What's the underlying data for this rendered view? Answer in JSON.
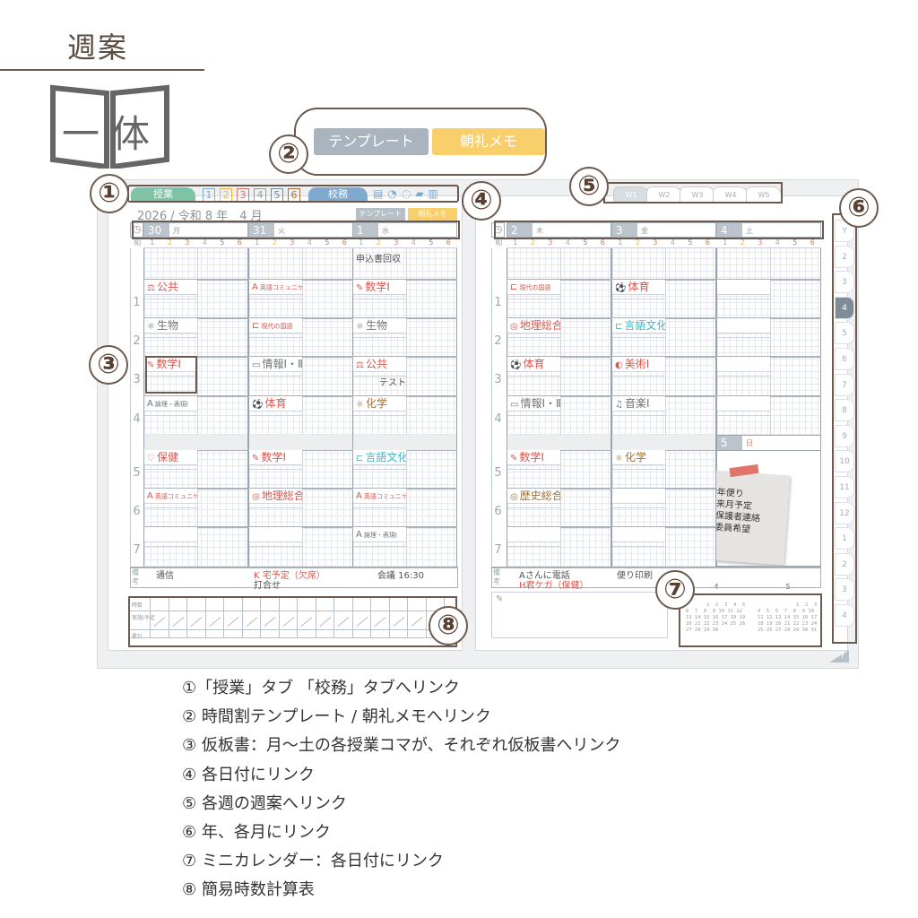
{
  "header": {
    "title": "週案",
    "icon_text": "一体"
  },
  "callout": {
    "num": "②",
    "template_label": "テンプレート",
    "memo_label": "朝礼メモ"
  },
  "markers": [
    "①",
    "②",
    "③",
    "④",
    "⑤",
    "⑥",
    "⑦",
    "⑧"
  ],
  "planner": {
    "tabs": {
      "class_label": "授業",
      "class_numbers": [
        "1",
        "2",
        "3",
        "4",
        "5",
        "6"
      ],
      "school_label": "校務"
    },
    "year_month": "2026 / 令和 8 年　4 月",
    "mini_template": "テンプレート",
    "mini_memo": "朝礼メモ",
    "period_header": "組",
    "period_cols": [
      "1",
      "2",
      "3",
      "4",
      "5",
      "6"
    ],
    "period_labels": [
      "1",
      "2",
      "3",
      "4",
      "5",
      "6",
      "7"
    ],
    "remarks_label": "備考",
    "weeks": [
      "W1",
      "W2",
      "W3",
      "W4",
      "W5"
    ],
    "side_tabs": [
      "Y",
      "2",
      "3",
      "4",
      "5",
      "6",
      "7",
      "8",
      "9",
      "10",
      "11",
      "12",
      "1",
      "2",
      "3",
      "4"
    ],
    "active_side_tab": "4",
    "colors": {
      "red": "#d9564f",
      "gray": "#6f7377",
      "brown": "#a0703a",
      "teal": "#45b2c0",
      "accent_green": "#7fc3a6",
      "accent_blue": "#7fa9cf"
    },
    "days": [
      {
        "date": "30",
        "weekday": "月",
        "pre": "",
        "subjects": [
          {
            "name": "公共",
            "icon": "⚖",
            "color": "red"
          },
          {
            "name": "生物",
            "icon": "☼",
            "color": "gray"
          },
          {
            "name": "数学Ⅰ",
            "icon": "✎",
            "color": "red"
          },
          {
            "name": "論理・表現Ⅰ",
            "icon": "A",
            "color": "gray",
            "small": true
          },
          {
            "name": "保健",
            "icon": "♡",
            "color": "red"
          },
          {
            "name": "英語コミュニケーションⅠ",
            "icon": "A",
            "color": "red",
            "small": true
          },
          {
            "name": "",
            "icon": "",
            "color": "gray"
          }
        ],
        "notes": [
          "",
          "",
          "",
          "",
          "",
          "",
          ""
        ],
        "remarks": [
          "通信"
        ],
        "remarks_color": [
          "gray"
        ]
      },
      {
        "date": "31",
        "weekday": "火",
        "pre": "",
        "subjects": [
          {
            "name": "英語コミュニケーションⅠ",
            "icon": "A",
            "color": "red",
            "small": true
          },
          {
            "name": "現代の国語",
            "icon": "⊏",
            "color": "red",
            "small": true
          },
          {
            "name": "情報Ⅰ・Ⅱ",
            "icon": "▭",
            "color": "gray"
          },
          {
            "name": "体育",
            "icon": "⚽",
            "color": "red"
          },
          {
            "name": "数学Ⅰ",
            "icon": "✎",
            "color": "red"
          },
          {
            "name": "地理総合",
            "icon": "◎",
            "color": "red"
          },
          {
            "name": "",
            "icon": "",
            "color": "gray"
          }
        ],
        "notes": [
          "",
          "",
          "",
          "",
          "",
          "",
          ""
        ],
        "remarks": [
          "K 宅予定（欠席）",
          "打合せ"
        ],
        "remarks_color": [
          "red",
          "gray"
        ]
      },
      {
        "date": "1",
        "weekday": "水",
        "pre": "申込書回収",
        "subjects": [
          {
            "name": "数学Ⅰ",
            "icon": "✎",
            "color": "red"
          },
          {
            "name": "生物",
            "icon": "☼",
            "color": "gray"
          },
          {
            "name": "公共",
            "icon": "⚖",
            "color": "red"
          },
          {
            "name": "化学",
            "icon": "☼",
            "color": "brown"
          },
          {
            "name": "言語文化",
            "icon": "⊏",
            "color": "teal"
          },
          {
            "name": "英語コミュニケーションⅠ",
            "icon": "A",
            "color": "red",
            "small": true
          },
          {
            "name": "論理・表現Ⅰ",
            "icon": "A",
            "color": "gray",
            "small": true
          }
        ],
        "notes": [
          "",
          "",
          "テスト",
          "",
          "",
          "",
          ""
        ],
        "remarks": [
          "会議 16:30"
        ],
        "remarks_color": [
          "gray"
        ]
      },
      {
        "date": "2",
        "weekday": "木",
        "pre": "",
        "subjects": [
          {
            "name": "現代の国語",
            "icon": "⊏",
            "color": "red",
            "small": true
          },
          {
            "name": "地理総合",
            "icon": "◎",
            "color": "red"
          },
          {
            "name": "体育",
            "icon": "⚽",
            "color": "red"
          },
          {
            "name": "情報Ⅰ・Ⅱ",
            "icon": "▭",
            "color": "gray"
          },
          {
            "name": "数学Ⅰ",
            "icon": "✎",
            "color": "red"
          },
          {
            "name": "歴史総合",
            "icon": "◎",
            "color": "brown"
          },
          {
            "name": "",
            "icon": "",
            "color": "gray"
          }
        ],
        "notes": [
          "",
          "",
          "",
          "",
          "",
          "",
          ""
        ],
        "remarks": [
          "Aさんに電話",
          "H君ケガ（保健）"
        ],
        "remarks_color": [
          "gray",
          "red"
        ]
      },
      {
        "date": "3",
        "weekday": "金",
        "pre": "",
        "subjects": [
          {
            "name": "体育",
            "icon": "⚽",
            "color": "red"
          },
          {
            "name": "言語文化",
            "icon": "⊏",
            "color": "teal"
          },
          {
            "name": "美術Ⅰ",
            "icon": "◐",
            "color": "red"
          },
          {
            "name": "音楽Ⅰ",
            "icon": "♫",
            "color": "gray"
          },
          {
            "name": "化学",
            "icon": "☼",
            "color": "brown"
          },
          {
            "name": "",
            "icon": "",
            "color": "gray"
          },
          {
            "name": "",
            "icon": "",
            "color": "gray"
          }
        ],
        "notes": [
          "",
          "",
          "",
          "",
          "",
          "",
          ""
        ],
        "remarks": [
          "便り印刷"
        ],
        "remarks_color": [
          "gray"
        ]
      },
      {
        "date": "4",
        "weekday": "土",
        "pre": "",
        "subjects": [],
        "notes": [],
        "remarks": [],
        "remarks_color": []
      }
    ],
    "sunday": {
      "date": "5",
      "weekday": "日"
    },
    "sticky_note": [
      "学年便り",
      "・来月予定",
      "・保護者連絡",
      "・委員希望"
    ],
    "hours_table": {
      "rows": [
        "時数",
        "実施/予定",
        "累計"
      ]
    },
    "mini_calendar": [
      {
        "month": "4",
        "rows": [
          "       1  2  3  4  5",
          "6  7  8  9 10 11 12",
          "13 14 15 16 17 18 19",
          "20 21 22 23 24 25 26",
          "27 28 29 30"
        ]
      },
      {
        "month": "5",
        "rows": [
          "             1  2  3",
          "4  5  6  7  8  9 10",
          "11 12 13 14 15 16 17",
          "18 19 20 21 22 23 24",
          "25 26 27 28 29 30 31"
        ]
      }
    ]
  },
  "legend": [
    "①「授業」タブ 「校務」タブへリンク",
    "② 時間割テンプレート / 朝礼メモへリンク",
    "③ 仮板書：月～土の各授業コマが、それぞれ仮板書へリンク",
    "④ 各日付にリンク",
    "⑤ 各週の週案へリンク",
    "⑥ 年、各月にリンク",
    "⑦ ミニカレンダー：各日付にリンク",
    "⑧ 簡易時数計算表"
  ]
}
